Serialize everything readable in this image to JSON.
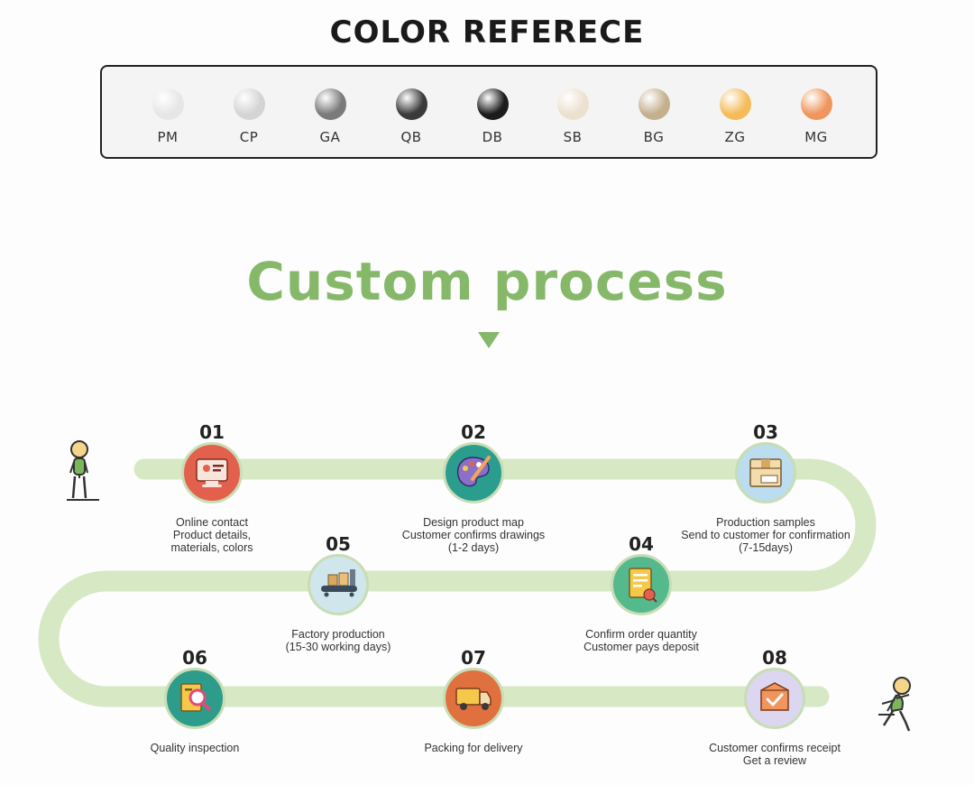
{
  "color_reference": {
    "title": "COLOR REFERECE",
    "swatches": [
      {
        "code": "PM",
        "color": "#e6e6e6"
      },
      {
        "code": "CP",
        "color": "#d4d4d4"
      },
      {
        "code": "GA",
        "color": "#7a7a7a"
      },
      {
        "code": "QB",
        "color": "#3a3a3a"
      },
      {
        "code": "DB",
        "color": "#1c1c1c"
      },
      {
        "code": "SB",
        "color": "#ece0cf"
      },
      {
        "code": "BG",
        "color": "#c4b08e"
      },
      {
        "code": "ZG",
        "color": "#f5bb5a"
      },
      {
        "code": "MG",
        "color": "#f0955c"
      }
    ]
  },
  "process": {
    "title": "Custom process",
    "path_color": "#d6e8c4",
    "steps": [
      {
        "number": "01",
        "lines": [
          "Online contact",
          "Product details,",
          "materials, colors"
        ],
        "icon": "online-contact-icon",
        "color": "#e3614c"
      },
      {
        "number": "02",
        "lines": [
          "Design product map",
          "Customer confirms drawings",
          "(1-2 days)"
        ],
        "icon": "paint-palette-icon",
        "color": "#2a9d8f"
      },
      {
        "number": "03",
        "lines": [
          "Production samples",
          "Send to customer for confirmation",
          "(7-15days)"
        ],
        "icon": "package-box-icon",
        "color": "#bcdcf0"
      },
      {
        "number": "04",
        "lines": [
          "Confirm order quantity",
          "Customer pays deposit"
        ],
        "icon": "order-document-icon",
        "color": "#55b98e"
      },
      {
        "number": "05",
        "lines": [
          "Factory production",
          "(15-30 working days)"
        ],
        "icon": "conveyor-belt-icon",
        "color": "#cfe6ec"
      },
      {
        "number": "06",
        "lines": [
          "Quality inspection"
        ],
        "icon": "inspection-magnifier-icon",
        "color": "#2e9c8a"
      },
      {
        "number": "07",
        "lines": [
          "Packing for delivery"
        ],
        "icon": "delivery-truck-icon",
        "color": "#e0713f"
      },
      {
        "number": "08",
        "lines": [
          "Customer confirms receipt",
          "Get a review"
        ],
        "icon": "confirm-receipt-icon",
        "color": "#ddd6f0"
      }
    ]
  }
}
